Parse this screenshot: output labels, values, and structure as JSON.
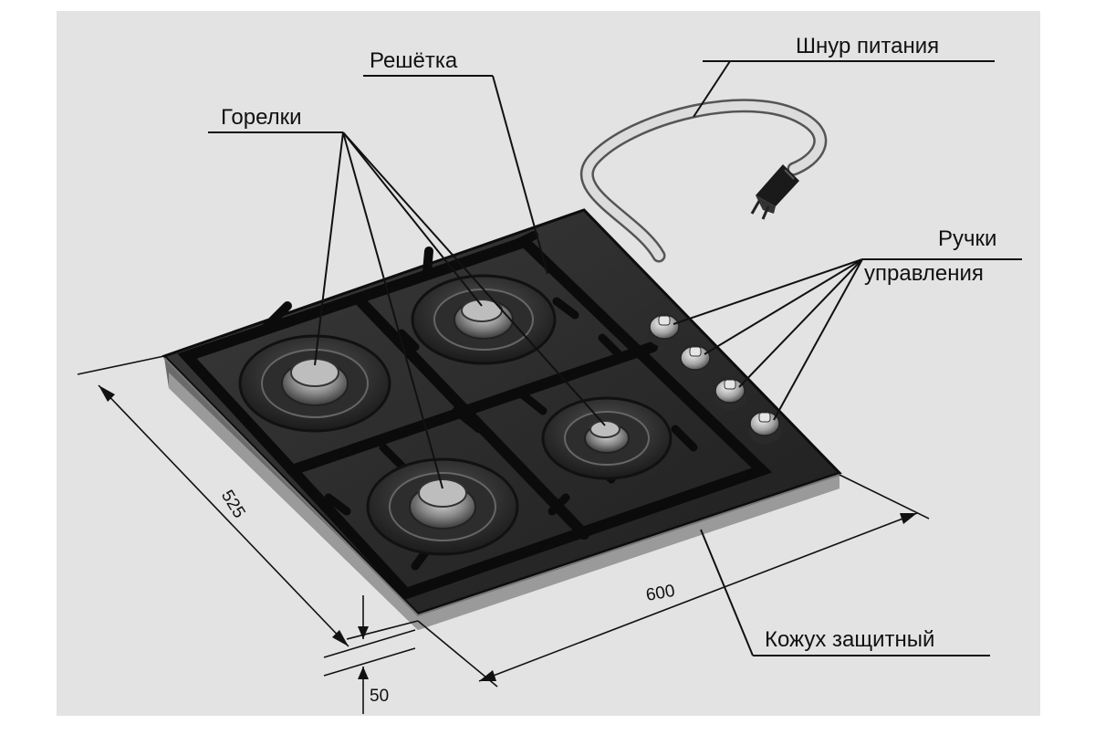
{
  "labels": {
    "burners": "Горелки",
    "grate": "Решётка",
    "power_cord": "Шнур питания",
    "knobs_line1": "Ручки",
    "knobs_line2": "управления",
    "protective_casing": "Кожух защитный"
  },
  "dimensions": {
    "depth": "525",
    "width": "600",
    "height": "50"
  },
  "colors": {
    "background_panel": "#e3e3e3",
    "hob_surface": "#2a2a2a",
    "grate": "#111111",
    "burner_metal": "#9a9a9a",
    "knob": "#bdbdbd"
  }
}
